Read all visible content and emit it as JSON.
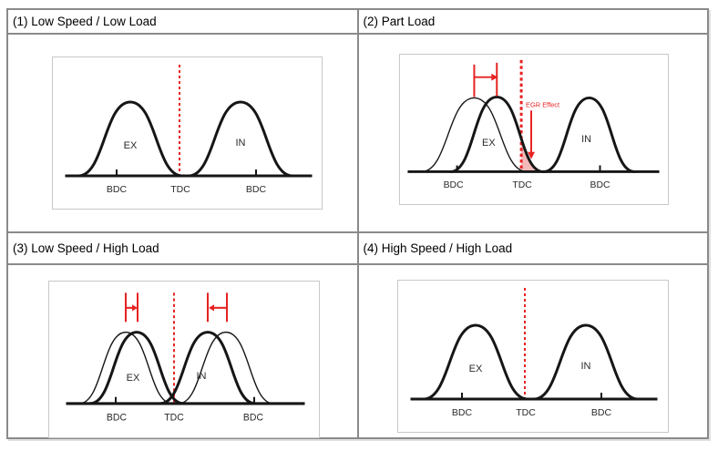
{
  "figure": {
    "type": "valve-timing-diagram-grid",
    "colors": {
      "accent_red": "#e62222",
      "egr_fill": "#f3b9b9",
      "curve_black": "#161616",
      "panel_border": "#c9c9c9",
      "table_border": "#8a8a8a"
    },
    "cells": [
      {
        "title": "(1) Low Speed / Low Load",
        "labels": {
          "ex": "EX",
          "in": "IN",
          "bdc_left": "BDC",
          "tdc": "TDC",
          "bdc_right": "BDC"
        },
        "annotations": [
          "tdc-dashed-line"
        ]
      },
      {
        "title": "(2) Part Load",
        "labels": {
          "ex": "EX",
          "in": "IN",
          "bdc_left": "BDC",
          "tdc": "TDC",
          "bdc_right": "BDC"
        },
        "egr_label": "EGR Effect",
        "annotations": [
          "tdc-dashed-line",
          "exhaust-retard-measure-arrow",
          "egr-overlap-shading",
          "egr-effect-down-arrow",
          "thin-original-ex-curve"
        ]
      },
      {
        "title": "(3) Low Speed / High Load",
        "labels": {
          "ex": "EX",
          "in": "IN",
          "bdc_left": "BDC",
          "tdc": "TDC",
          "bdc_right": "BDC"
        },
        "annotations": [
          "tdc-dashed-line",
          "exhaust-retard-measure-arrow",
          "intake-advance-measure-arrow",
          "thin-original-ex-curve",
          "thin-original-in-curve"
        ]
      },
      {
        "title": "(4) High Speed / High Load",
        "labels": {
          "ex": "EX",
          "in": "IN",
          "bdc_left": "BDC",
          "tdc": "TDC",
          "bdc_right": "BDC"
        },
        "annotations": [
          "tdc-dashed-line"
        ]
      }
    ]
  }
}
